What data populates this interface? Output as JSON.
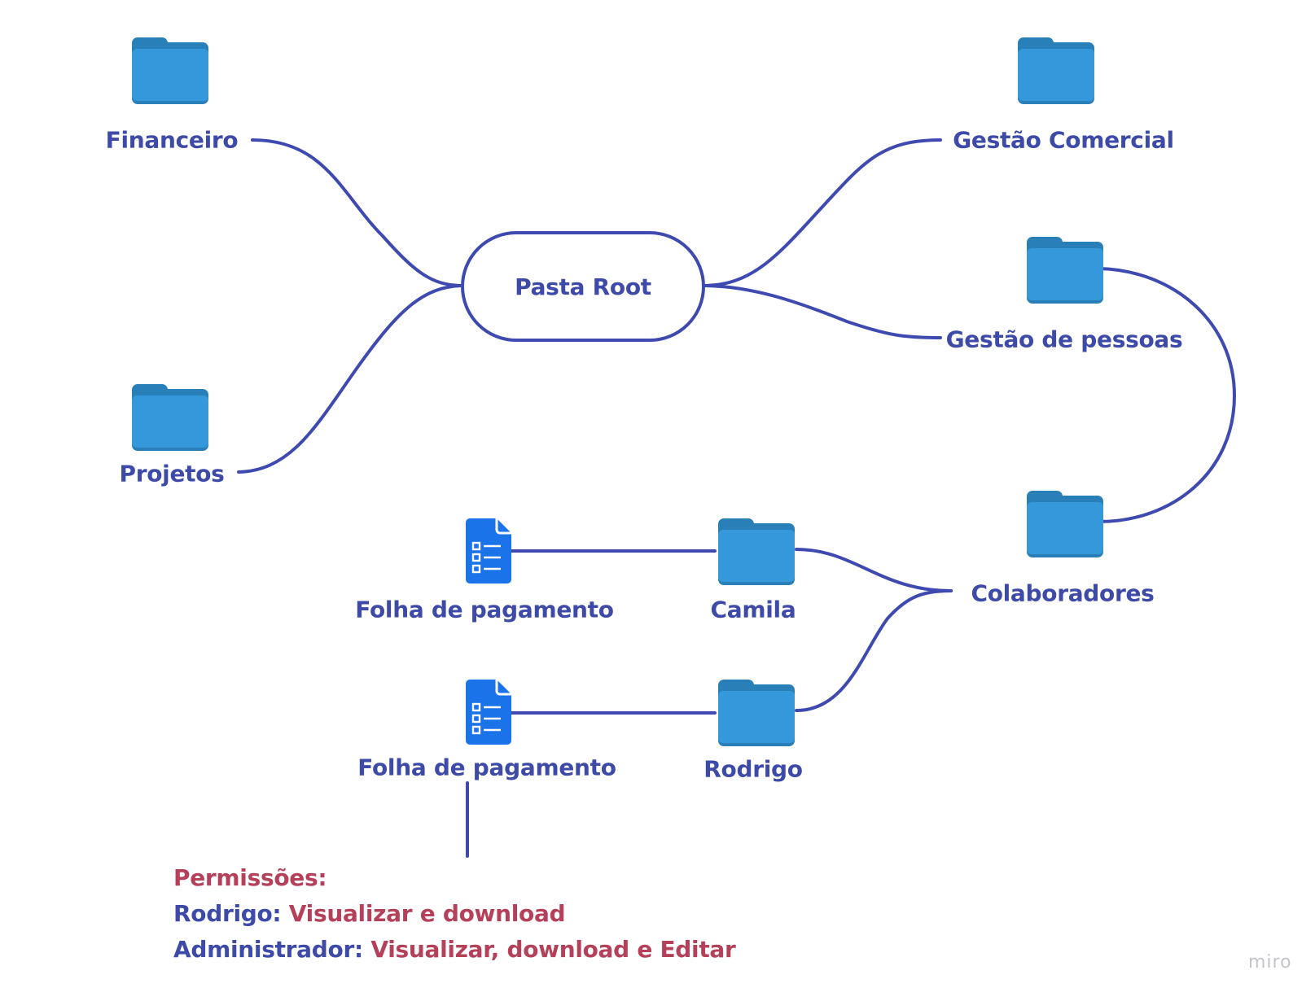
{
  "colors": {
    "line": "#3f4ab0",
    "label_text": "#3d4aa8",
    "permission_text": "#b5405a",
    "folder_body": "#3498db",
    "folder_tab": "#2980b9",
    "document": "#1a73e8"
  },
  "root": {
    "label": "Pasta Root",
    "icon": "none"
  },
  "nodes": {
    "financeiro": {
      "label": "Financeiro",
      "icon": "folder-icon"
    },
    "projetos": {
      "label": "Projetos",
      "icon": "folder-icon"
    },
    "gestao_comercial": {
      "label": "Gestão Comercial",
      "icon": "folder-icon"
    },
    "gestao_pessoas": {
      "label": "Gestão de pessoas",
      "icon": "folder-icon"
    },
    "colaboradores": {
      "label": "Colaboradores",
      "icon": "folder-icon"
    },
    "camila": {
      "label": "Camila",
      "icon": "folder-icon"
    },
    "rodrigo": {
      "label": "Rodrigo",
      "icon": "folder-icon"
    },
    "folha_camila": {
      "label": "Folha de pagamento",
      "icon": "document-list-icon"
    },
    "folha_rodrigo": {
      "label": "Folha de pagamento",
      "icon": "document-list-icon"
    }
  },
  "edges": [
    [
      "root",
      "financeiro"
    ],
    [
      "root",
      "projetos"
    ],
    [
      "root",
      "gestao_comercial"
    ],
    [
      "root",
      "gestao_pessoas"
    ],
    [
      "gestao_pessoas",
      "colaboradores"
    ],
    [
      "colaboradores",
      "camila"
    ],
    [
      "colaboradores",
      "rodrigo"
    ],
    [
      "camila",
      "folha_camila"
    ],
    [
      "rodrigo",
      "folha_rodrigo"
    ],
    [
      "folha_rodrigo",
      "permissions"
    ]
  ],
  "permissions": {
    "title": "Permissões:",
    "entries": [
      {
        "who": "Rodrigo:",
        "rights": "Visualizar e download"
      },
      {
        "who": "Administrador:",
        "rights": "Visualizar, download e Editar"
      }
    ]
  },
  "watermark": "miro"
}
